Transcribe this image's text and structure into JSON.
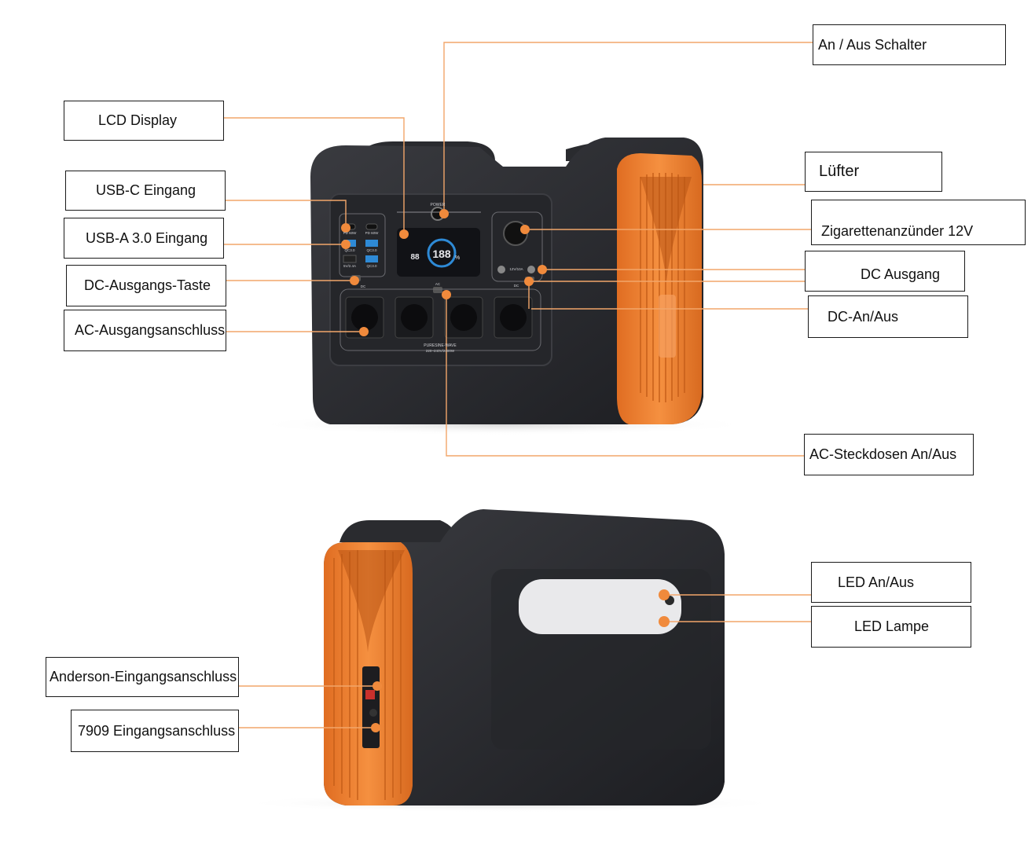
{
  "colors": {
    "accent_orange": "#f08a3c",
    "device_body": "#2c2d31",
    "device_panel": "#1f2024",
    "leader_line": "#f2a66a"
  },
  "front_view": {
    "labels": {
      "power_switch": "An / Aus Schalter",
      "lcd_display": "LCD Display",
      "fan": "Lüfter",
      "usb_c_input": "USB-C Eingang",
      "usb_a_input": "USB-A 3.0 Eingang",
      "cigarette_lighter": "Zigarettenanzünder 12V",
      "dc_output": "DC Ausgang",
      "dc_button": "DC-Ausgangs-Taste",
      "dc_on_off": "DC-An/Aus",
      "ac_output": "AC-Ausgangsanschluss",
      "ac_on_off": "AC-Steckdosen An/Aus"
    },
    "panel_text": {
      "power": "POWER",
      "pd_left": "PD 60W",
      "pd_right": "PD 60W",
      "qc_1": "QC3.0",
      "qc_2": "QC3.0",
      "qc_3": "5V/2.4A",
      "qc_4": "QC3.0",
      "dc_btn": "DC",
      "ac_btn": "AC",
      "dc_rating": "12V/10A",
      "dc_label": "DC",
      "lcd_main": "188",
      "lcd_small": "88",
      "lcd_pct": "%",
      "bottom_1": "PURESINE-WAVE",
      "bottom_2": "220~240V/2400W"
    }
  },
  "back_view": {
    "labels": {
      "led_on_off": "LED An/Aus",
      "led_lamp": "LED Lampe",
      "anderson_input": "Anderson-Eingangsanschluss",
      "input_7909": "7909 Eingangsanschluss"
    }
  }
}
